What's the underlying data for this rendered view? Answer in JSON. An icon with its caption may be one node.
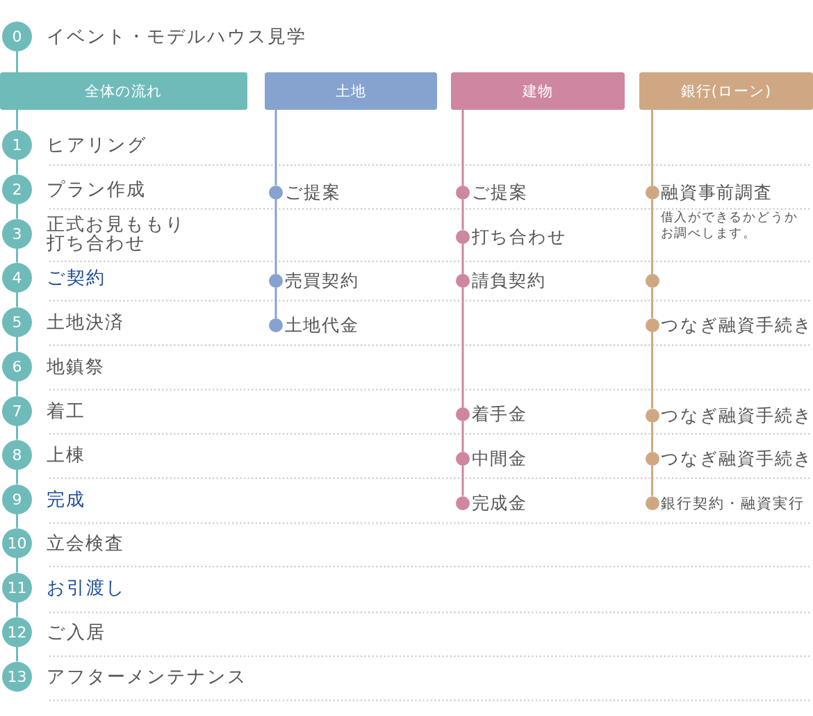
{
  "diagram": {
    "nodes": [
      {
        "text": [
          "0"
        ],
        "beside": [
          "イベント・モデルハウス見学"
        ]
      },
      {
        "text": [
          "全体の流れ"
        ]
      },
      {
        "text": [
          "土地"
        ]
      },
      {
        "text": [
          "建物"
        ]
      },
      {
        "text": [
          "銀行(ローン)"
        ]
      },
      {
        "text": [
          "1"
        ],
        "beside": [
          "ヒアリング"
        ]
      },
      {
        "text": [
          "2"
        ],
        "beside": [
          "プラン作成"
        ]
      },
      {
        "text": [],
        "shape": "circle",
        "beside": [
          "ご提案"
        ]
      },
      {
        "text": [],
        "shape": "circle",
        "beside": [
          "ご提案"
        ]
      },
      {
        "text": [],
        "shape": "circle",
        "beside": [
          "融資事前調査",
          "借入ができるかどうかお調べします。"
        ]
      },
      {
        "text": [
          "3"
        ],
        "beside": [
          "正式お見ももり打ち合わせ"
        ]
      },
      {
        "text": [],
        "shape": "circle",
        "beside": [
          "打ち合わせ"
        ]
      },
      {
        "text": [
          "4"
        ],
        "beside": [
          "ご契約"
        ]
      },
      {
        "text": [],
        "shape": "circle",
        "beside": [
          "売買契約"
        ]
      },
      {
        "text": [],
        "shape": "circle",
        "beside": [
          "請負契約"
        ]
      },
      {
        "text": [],
        "shape": "circle"
      },
      {
        "text": [
          "5"
        ],
        "beside": [
          "土地決済"
        ]
      },
      {
        "text": [],
        "shape": "circle",
        "beside": [
          "土地代金"
        ]
      },
      {
        "text": [],
        "shape": "circle",
        "beside": [
          "つなぎ融資手続き"
        ]
      },
      {
        "text": [
          "6"
        ],
        "beside": [
          "地鎮祭"
        ]
      },
      {
        "text": [
          "7"
        ],
        "beside": [
          "着工"
        ]
      },
      {
        "text": [],
        "shape": "circle",
        "beside": [
          "着手金"
        ]
      },
      {
        "text": [],
        "shape": "circle",
        "beside": [
          "つなぎ融資手続き"
        ]
      },
      {
        "text": [
          "8"
        ],
        "beside": [
          "上棟"
        ]
      },
      {
        "text": [],
        "shape": "circle",
        "beside": [
          "中間金"
        ]
      },
      {
        "text": [],
        "shape": "circle",
        "beside": [
          "つなぎ融資手続き"
        ]
      },
      {
        "text": [
          "9"
        ],
        "beside": [
          "完成"
        ]
      },
      {
        "text": [],
        "shape": "circle",
        "beside": [
          "完成金"
        ]
      },
      {
        "text": [],
        "shape": "circle",
        "beside": [
          "銀行契約・融資実行"
        ]
      },
      {
        "text": [
          "10"
        ],
        "beside": [
          "立会検査"
        ]
      },
      {
        "text": [
          "11"
        ],
        "beside": [
          "お引渡し"
        ]
      },
      {
        "text": [
          "12"
        ],
        "beside": [
          "ご入居"
        ]
      },
      {
        "text": [
          "13"
        ],
        "beside": [
          "アフターメンテナンス"
        ]
      }
    ],
    "edges": [
      {
        "from": 0,
        "to": 1,
        "arrow": "none"
      },
      {
        "from": 1,
        "to": 5,
        "arrow": "none"
      },
      {
        "from": 5,
        "to": 6,
        "arrow": "none"
      },
      {
        "from": 6,
        "to": 10,
        "arrow": "none"
      },
      {
        "from": 10,
        "to": 12,
        "arrow": "none"
      },
      {
        "from": 12,
        "to": 16,
        "arrow": "none"
      },
      {
        "from": 16,
        "to": 19,
        "arrow": "none"
      },
      {
        "from": 19,
        "to": 20,
        "arrow": "none"
      },
      {
        "from": 20,
        "to": 23,
        "arrow": "none"
      },
      {
        "from": 23,
        "to": 26,
        "arrow": "none"
      },
      {
        "from": 26,
        "to": 29,
        "arrow": "none"
      },
      {
        "from": 29,
        "to": 30,
        "arrow": "none"
      },
      {
        "from": 30,
        "to": 31,
        "arrow": "none"
      },
      {
        "from": 31,
        "to": 32,
        "arrow": "none"
      },
      {
        "from": 2,
        "to": 7,
        "arrow": "none",
        "color": "#86a3cf"
      },
      {
        "from": 7,
        "to": 13,
        "arrow": "none",
        "color": "#86a3cf"
      },
      {
        "from": 13,
        "to": 17,
        "arrow": "none",
        "color": "#86a3cf"
      },
      {
        "from": 3,
        "to": 8,
        "arrow": "none",
        "color": "#cf86a0"
      },
      {
        "from": 8,
        "to": 11,
        "arrow": "none",
        "color": "#cf86a0"
      },
      {
        "from": 11,
        "to": 14,
        "arrow": "none",
        "color": "#cf86a0"
      },
      {
        "from": 14,
        "to": 21,
        "arrow": "none",
        "color": "#cf86a0"
      },
      {
        "from": 21,
        "to": 24,
        "arrow": "none",
        "color": "#cf86a0"
      },
      {
        "from": 24,
        "to": 27,
        "arrow": "none",
        "color": "#cf86a0"
      },
      {
        "from": 4,
        "to": 9,
        "arrow": "none",
        "color": "#cfa883"
      },
      {
        "from": 9,
        "to": 15,
        "arrow": "none",
        "color": "#cfa883"
      },
      {
        "from": 15,
        "to": 18,
        "arrow": "none",
        "color": "#cfa883"
      },
      {
        "from": 18,
        "to": 22,
        "arrow": "none",
        "color": "#cfa883"
      },
      {
        "from": 22,
        "to": 25,
        "arrow": "none",
        "color": "#cfa883"
      },
      {
        "from": 25,
        "to": 28,
        "arrow": "none",
        "color": "#cfa883"
      }
    ]
  }
}
